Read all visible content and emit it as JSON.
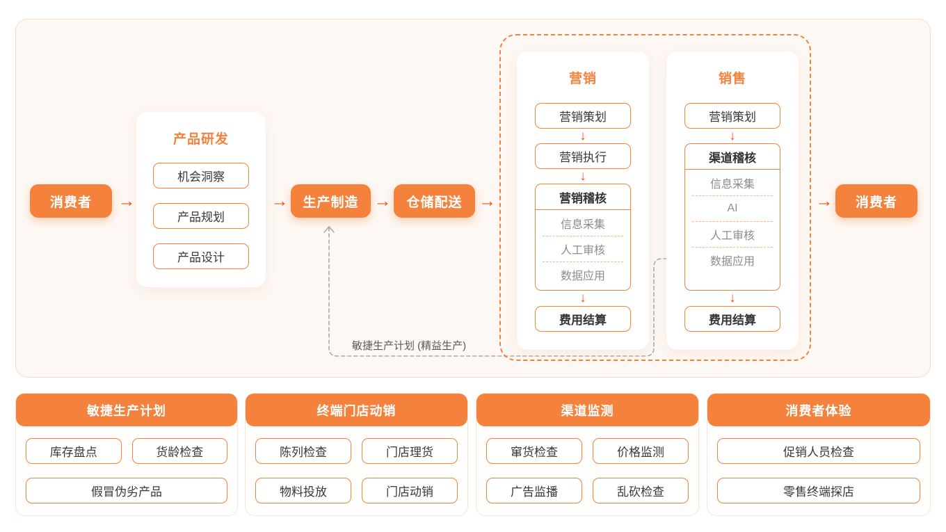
{
  "palette": {
    "orange": "#F5823C",
    "arrow_red": "#F0500F",
    "container_bg": "#FDF8F4",
    "container_border": "#F8DCC8",
    "sub_text_gray": "#8C8C8C",
    "feedback_gray": "#ABABAB"
  },
  "flow": {
    "arrow_right": "→",
    "arrow_down": "↓",
    "consumer_left": "消费者",
    "rnd_title": "产品研发",
    "rnd_items": [
      "机会洞察",
      "产品规划",
      "产品设计"
    ],
    "production": "生产制造",
    "warehouse": "仓储配送",
    "consumer_right": "消费者"
  },
  "marketing": {
    "title": "营销",
    "step1": "营销策划",
    "step2": "营销执行",
    "audit_title": "营销稽核",
    "audit_items": [
      "信息采集",
      "人工审核",
      "数据应用"
    ],
    "settlement": "费用结算"
  },
  "sales": {
    "title": "销售",
    "step1": "营销策划",
    "audit_title": "渠道稽核",
    "audit_items": [
      "信息采集",
      "AI",
      "人工审核",
      "数据应用"
    ],
    "settlement": "费用结算"
  },
  "feedback_label": "敏捷生产计划 (精益生产)",
  "bottom_cards": [
    {
      "title": "敏捷生产计划",
      "items": [
        "库存盘点",
        "货龄检查",
        "假冒伪劣产品"
      ]
    },
    {
      "title": "终端门店动销",
      "items": [
        "陈列检查",
        "门店理货",
        "物料投放",
        "门店动销"
      ]
    },
    {
      "title": "渠道监测",
      "items": [
        "窜货检查",
        "价格监测",
        "广告监播",
        "乱砍检查"
      ]
    },
    {
      "title": "消费者体验",
      "items": [
        "促销人员检查",
        "零售终端探店"
      ]
    }
  ]
}
